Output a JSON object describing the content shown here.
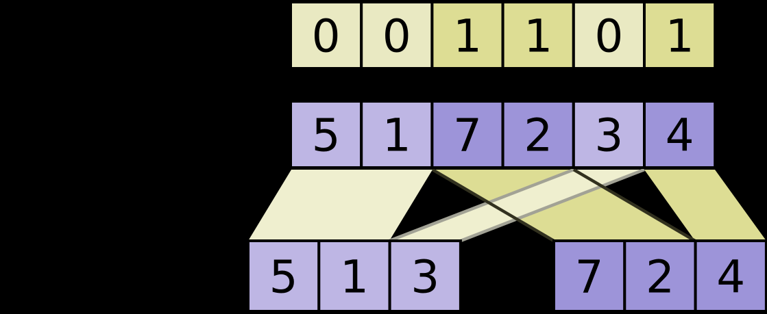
{
  "diagram": {
    "description": "split operation: values are partitioned by flags into left (flag 0) and right (flag 1) output arrays",
    "rows": {
      "flags": {
        "values": [
          "0",
          "0",
          "1",
          "1",
          "0",
          "1"
        ],
        "shades": [
          "light",
          "light",
          "dark",
          "dark",
          "light",
          "dark"
        ],
        "palette": "yellow"
      },
      "input": {
        "values": [
          "5",
          "1",
          "7",
          "2",
          "3",
          "4"
        ],
        "shades": [
          "light",
          "light",
          "dark",
          "dark",
          "light",
          "dark"
        ],
        "palette": "purple"
      },
      "output_left": {
        "values": [
          "5",
          "1",
          "3"
        ],
        "shades": [
          "light",
          "light",
          "light"
        ],
        "palette": "purple"
      },
      "output_right": {
        "values": [
          "7",
          "2",
          "4"
        ],
        "shades": [
          "dark",
          "dark",
          "dark"
        ],
        "palette": "purple"
      }
    },
    "colors": {
      "background": "#000000",
      "yellow_light": "#e9e9c2",
      "yellow_dark": "#dddd94",
      "purple_light": "#beb6e4",
      "purple_dark": "#9d94d9",
      "band_light": "#efefcf",
      "band_dark": "#dddd94",
      "band_dark_edge": "#32311f",
      "band_light_edge": "#a2a295",
      "cell_border": "#000000",
      "digit": "#000000"
    }
  }
}
